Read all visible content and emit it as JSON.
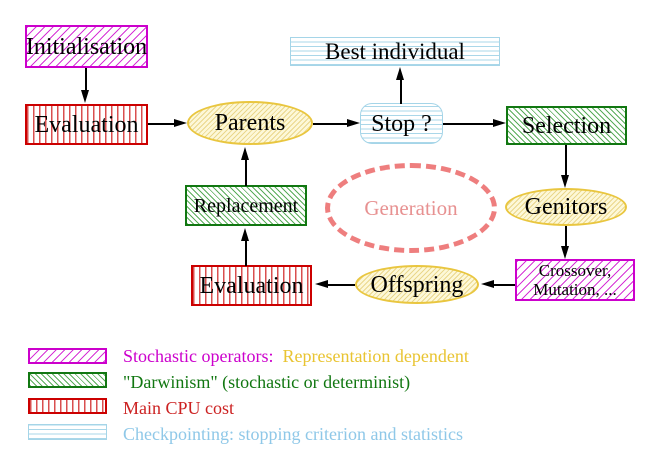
{
  "nodes": {
    "initialisation": "Initialisation",
    "evaluation_top": "Evaluation",
    "parents": "Parents",
    "best_individual": "Best individual",
    "stop": "Stop ?",
    "selection": "Selection",
    "genitors": "Genitors",
    "crossover_line1": "Crossover,",
    "crossover_line2": "Mutation, ...",
    "offspring": "Offspring",
    "evaluation_bottom": "Evaluation",
    "replacement": "Replacement",
    "generation": "Generation"
  },
  "legend": {
    "rows": [
      {
        "swatch": "magenta-diagonal-hatch-swatch",
        "label": "Stochastic operators:",
        "label2": "Representation dependent"
      },
      {
        "swatch": "green-diagonal-hatch-swatch",
        "label": "\"Darwinism\" (stochastic or determinist)"
      },
      {
        "swatch": "red-vertical-stripes-swatch",
        "label": "Main CPU cost"
      },
      {
        "swatch": "cyan-horizontal-stripes-swatch",
        "label": "Checkpointing: stopping criterion and statistics"
      }
    ]
  },
  "colors": {
    "magenta": "#cc00cc",
    "red": "#cc0000",
    "green": "#117711",
    "gold_text": "#e9c431",
    "yellow_border": "#e9c63f",
    "yellow_fill": "#fdf8d8",
    "cyan": "#a5d5e8",
    "legend_blue_text": "#8fc8e8",
    "salmon_dash": "#ee7e7e",
    "generation_text": "#e79191"
  }
}
